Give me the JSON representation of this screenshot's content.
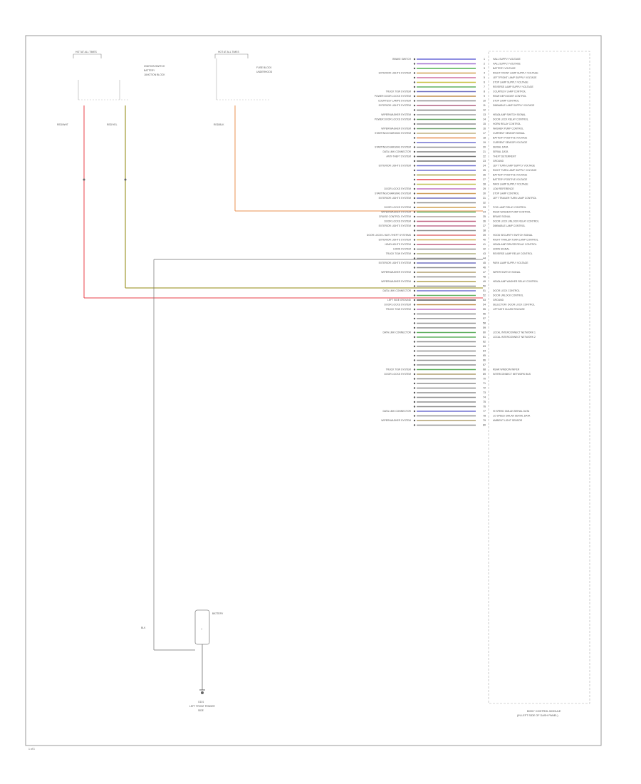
{
  "module": {
    "title_line1": "BODY CONTROL MODULE",
    "title_line2": "(IN LEFT SIDE OF DASH PANEL)"
  },
  "page_number": "1 of 3",
  "battery": {
    "label": "BATTERY",
    "symbol": "+"
  },
  "ground": {
    "label_line1": "G101",
    "label_line2": "LEFT FRONT FENDER",
    "label_line3": "SIDE"
  },
  "wires": [
    {
      "color": "#e8404a",
      "label": "RED/WHT"
    },
    {
      "color": "#a8a040",
      "label": "RED/YEL"
    },
    {
      "color": "#e89050",
      "label": "RED/BLK"
    },
    {
      "color": "#6f6f6f",
      "label": "BLK"
    }
  ],
  "fuse_blocks": [
    {
      "title": "HOT AT ALL TIMES",
      "lines": [
        "IGNITION SWITCH",
        "BATTERY",
        "JUNCTION BLOCK"
      ]
    },
    {
      "title": "HOT AT ALL TIMES",
      "lines": [
        "FUSE BLOCK",
        "UNDERHOOD"
      ]
    }
  ],
  "pins": [
    {
      "n": "1",
      "left": "BRAKE SWITCH",
      "color": "#6a6ad8",
      "right": "HALL SUPPLY VOLTAGE"
    },
    {
      "n": "2",
      "left": "",
      "color": "#a070d0",
      "right": "HALL SUPPLY VOLTAGE"
    },
    {
      "n": "3",
      "left": "",
      "color": "#50b050",
      "right": "BATTERY VOLTAGE"
    },
    {
      "n": "4",
      "left": "EXTERIOR LIGHTS SYSTEM",
      "color": "#d0a050",
      "right": "RIGHT FRONT LAMP SUPPLY VOLTAGE"
    },
    {
      "n": "5",
      "left": "",
      "color": "#d070a0",
      "right": "LEFT FRONT LAMP SUPPLY VOLTAGE"
    },
    {
      "n": "6",
      "left": "",
      "color": "#c8c040",
      "right": "STOP LAMP SUPPLY VOLTAGE"
    },
    {
      "n": "7",
      "left": "",
      "color": "#60b060",
      "right": "REVERSE LAMP SUPPLY VOLTAGE"
    },
    {
      "n": "8",
      "left": "TRUCK TOW SYSTEM",
      "color": "#7070c0",
      "right": "COURTESY LAMP CONTROL"
    },
    {
      "n": "9",
      "left": "POWER DOOR LOCKS SYSTEM",
      "color": "#c09050",
      "right": "REAR DEFOGGER CONTROL"
    },
    {
      "n": "10",
      "left": "COURTESY LAMPS SYSTEM",
      "color": "#909090",
      "right": "STOP LAMP CONTROL"
    },
    {
      "n": "11",
      "left": "EXTERIOR LIGHTS SYSTEM",
      "color": "#b06080",
      "right": "DIMMABLE LAMP SUPPLY VOLTAGE"
    },
    {
      "n": "12",
      "left": "",
      "color": "#808080",
      "right": ""
    },
    {
      "n": "13",
      "left": "WIPER/WASHER SYSTEM",
      "color": "#a0a0a0",
      "right": "HEADLAMP SWITCH SIGNAL"
    },
    {
      "n": "14",
      "left": "POWER DOOR LOCKS SYSTEM",
      "color": "#60a060",
      "right": "DOOR LOCK RELAY CONTROL"
    },
    {
      "n": "15",
      "left": "",
      "color": "#909090",
      "right": "HORN RELAY CONTROL"
    },
    {
      "n": "16",
      "left": "WIPER/WASHER SYSTEM",
      "color": "#70a070",
      "right": "WASHER PUMP CONTROL"
    },
    {
      "n": "17",
      "left": "STARTING/CHARGING SYSTEM",
      "color": "#c0b080",
      "right": "CURRENT SENSOR SIGNAL"
    },
    {
      "n": "18",
      "left": "",
      "color": "#e89050",
      "right": "BATTERY POSITIVE VOLTAGE"
    },
    {
      "n": "19",
      "left": "",
      "color": "#7070d0",
      "right": "CURRENT SENSOR VOLTAGE"
    },
    {
      "n": "20",
      "left": "STARTING/CHARGING SYSTEM",
      "color": "#909090",
      "right": "SERIAL DATA"
    },
    {
      "n": "21",
      "left": "DATA LINK CONNECTOR",
      "color": "#808080",
      "right": "SERIAL DATA"
    },
    {
      "n": "22",
      "left": "ANTI-THEFT SYSTEM",
      "color": "#707070",
      "right": "THEFT DETERRENT"
    },
    {
      "n": "23",
      "left": "",
      "color": "#6f6f6f",
      "right": "GROUND"
    },
    {
      "n": "24",
      "left": "EXTERIOR LIGHTS SYSTEM",
      "color": "#7070d0",
      "right": "LEFT TURN LAMP SUPPLY VOLTAGE"
    },
    {
      "n": "25",
      "left": "",
      "color": "#7070d0",
      "right": "RIGHT TURN LAMP SUPPLY VOLTAGE"
    },
    {
      "n": "26",
      "left": "",
      "color": "#a8a040",
      "right": "BATTERY POSITIVE VOLTAGE"
    },
    {
      "n": "27",
      "left": "",
      "color": "#e8404a",
      "right": "BATTERY POSITIVE VOLTAGE"
    },
    {
      "n": "28",
      "left": "",
      "color": "#c0c050",
      "right": "PARK LAMP SUPPLY VOLTAGE"
    },
    {
      "n": "29",
      "left": "DOOR LOCKS SYSTEM",
      "color": "#c070c0",
      "right": "LOW REFERENCE"
    },
    {
      "n": "30",
      "left": "STARTING/CHARGING SYSTEM",
      "color": "#d0a060",
      "right": "STOP LAMP CONTROL"
    },
    {
      "n": "31",
      "left": "EXTERIOR LIGHTS SYSTEM",
      "color": "#7070c0",
      "right": "LEFT TRAILER TURN LAMP CONTROL"
    },
    {
      "n": "32",
      "left": "",
      "color": "#909090",
      "right": ""
    },
    {
      "n": "33",
      "left": "DOOR LOCKS SYSTEM",
      "color": "#d0a050",
      "right": "FOG LAMP RELAY CONTROL"
    },
    {
      "n": "34",
      "left": "WIPER/WASHER SYSTEM",
      "color": "#60b060",
      "right": "REAR WASHER PUMP CONTROL"
    },
    {
      "n": "35",
      "left": "CRUISE CONTROL SYSTEM",
      "color": "#b0a0a0",
      "right": "BRAKE SIGNAL"
    },
    {
      "n": "36",
      "left": "DOOR LOCKS SYSTEM",
      "color": "#c06080",
      "right": "DOOR LOCK UNLOCK RELAY CONTROL"
    },
    {
      "n": "37",
      "left": "EXTERIOR LIGHTS SYSTEM",
      "color": "#c07090",
      "right": "DIMMABLE LAMP CONTROL"
    },
    {
      "n": "38",
      "left": "",
      "color": "#909090",
      "right": ""
    },
    {
      "n": "39",
      "left": "DOOR LOCKS / ANTI-THEFT SYSTEMS",
      "color": "#e07070",
      "right": "HOOD SECURITY SWITCH SIGNAL"
    },
    {
      "n": "40",
      "left": "EXTERIOR LIGHTS SYSTEM",
      "color": "#d0b050",
      "right": "RIGHT TRAILER TURN LAMP CONTROL"
    },
    {
      "n": "41",
      "left": "HEADLIGHTS SYSTEM",
      "color": "#c06080",
      "right": "HEADLAMP DRIVER RELAY CONTROL"
    },
    {
      "n": "42",
      "left": "HORN SYSTEM",
      "color": "#909090",
      "right": "HORN SIGNAL"
    },
    {
      "n": "43",
      "left": "TRUCK TOW SYSTEM",
      "color": "#b0b080",
      "right": "REVERSE LAMP RELAY CONTROL"
    },
    {
      "n": "44",
      "left": "",
      "color": "#909090",
      "right": ""
    },
    {
      "n": "45",
      "left": "EXTERIOR LIGHTS SYSTEM",
      "color": "#7070c0",
      "right": "PARK LAMP SUPPLY VOLTAGE"
    },
    {
      "n": "46",
      "left": "",
      "color": "#909090",
      "right": ""
    },
    {
      "n": "47",
      "left": "WIPER/WASHER SYSTEM",
      "color": "#b0a070",
      "right": "WIPER SWITCH SIGNAL"
    },
    {
      "n": "48",
      "left": "",
      "color": "#909090",
      "right": ""
    },
    {
      "n": "49",
      "left": "WIPER/WASHER SYSTEM",
      "color": "#b0a050",
      "right": "HEADLAMP WASHER RELAY CONTROL"
    },
    {
      "n": "50",
      "left": "",
      "color": "#909090",
      "right": ""
    },
    {
      "n": "51",
      "left": "DATA LINK CONNECTOR",
      "color": "#7070d0",
      "right": "DOOR LOCK CONTROL"
    },
    {
      "n": "52",
      "left": "",
      "color": "#60b060",
      "right": "DOOR UNLOCK CONTROL"
    },
    {
      "n": "53",
      "left": "LEFT SIDE GROUND",
      "color": "#555555",
      "right": "GROUND"
    },
    {
      "n": "54",
      "left": "DOOR LOCKS SYSTEM",
      "color": "#c09050",
      "right": "SELECTOR / DOOR LOCK CONTROL"
    },
    {
      "n": "55",
      "left": "TRUCK TOW SYSTEM",
      "color": "#c070c0",
      "right": "LIFTGATE GLASS RELEASE"
    },
    {
      "n": "56",
      "left": "",
      "color": "#909090",
      "right": ""
    },
    {
      "n": "57",
      "left": "",
      "color": "#909090",
      "right": ""
    },
    {
      "n": "58",
      "left": "",
      "color": "#909090",
      "right": ""
    },
    {
      "n": "59",
      "left": "",
      "color": "#909090",
      "right": ""
    },
    {
      "n": "60",
      "left": "DATA LINK CONNECTOR",
      "color": "#60b060",
      "right": "LOCAL INTERCONNECT NETWORK 1"
    },
    {
      "n": "61",
      "left": "",
      "color": "#60b060",
      "right": "LOCAL INTERCONNECT NETWORK 2"
    },
    {
      "n": "62",
      "left": "",
      "color": "#909090",
      "right": ""
    },
    {
      "n": "63",
      "left": "",
      "color": "#909090",
      "right": ""
    },
    {
      "n": "64",
      "left": "",
      "color": "#909090",
      "right": ""
    },
    {
      "n": "65",
      "left": "",
      "color": "#909090",
      "right": ""
    },
    {
      "n": "66",
      "left": "",
      "color": "#909090",
      "right": ""
    },
    {
      "n": "67",
      "left": "",
      "color": "#909090",
      "right": ""
    },
    {
      "n": "68",
      "left": "TRUCK TOW SYSTEM",
      "color": "#60b060",
      "right": "REAR WINDOW WIPER"
    },
    {
      "n": "69",
      "left": "DOOR LOCKS SYSTEM",
      "color": "#b0a070",
      "right": "INTERCONNECT NETWORK BUS"
    },
    {
      "n": "70",
      "left": "",
      "color": "#909090",
      "right": ""
    },
    {
      "n": "71",
      "left": "",
      "color": "#909090",
      "right": ""
    },
    {
      "n": "72",
      "left": "",
      "color": "#909090",
      "right": ""
    },
    {
      "n": "73",
      "left": "",
      "color": "#909090",
      "right": ""
    },
    {
      "n": "74",
      "left": "",
      "color": "#909090",
      "right": ""
    },
    {
      "n": "75",
      "left": "",
      "color": "#909090",
      "right": ""
    },
    {
      "n": "76",
      "left": "",
      "color": "#909090",
      "right": ""
    },
    {
      "n": "77",
      "left": "DATA LINK CONNECTOR",
      "color": "#7070d0",
      "right": "HI SPEED GMLAN SERIAL DATA"
    },
    {
      "n": "78",
      "left": "",
      "color": "#909090",
      "right": "LO SPEED GMLAN SERIAL DATA"
    },
    {
      "n": "79",
      "left": "WIPER/WASHER SYSTEM",
      "color": "#b0a070",
      "right": "AMBIENT LIGHT SENSOR"
    },
    {
      "n": "80",
      "left": "",
      "color": "#909090",
      "right": ""
    }
  ]
}
